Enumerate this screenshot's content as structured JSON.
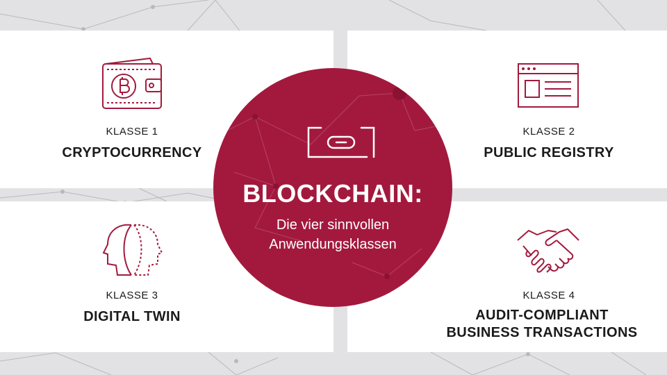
{
  "center": {
    "title": "BLOCKCHAIN:",
    "subtitle_line1": "Die vier sinnvollen",
    "subtitle_line2": "Anwendungsklassen",
    "icon": "chain-link-icon",
    "color": "#a3193d"
  },
  "classes": [
    {
      "label": "KLASSE 1",
      "title": "CRYPTOCURRENCY",
      "icon": "bitcoin-wallet-icon"
    },
    {
      "label": "KLASSE 2",
      "title": "PUBLIC REGISTRY",
      "icon": "browser-window-icon"
    },
    {
      "label": "KLASSE 3",
      "title": "DIGITAL TWIN",
      "icon": "twin-heads-icon"
    },
    {
      "label": "KLASSE 4",
      "title_line1": "AUDIT-COMPLIANT",
      "title_line2": "BUSINESS TRANSACTIONS",
      "icon": "handshake-icon"
    }
  ],
  "colors": {
    "accent": "#a3193d",
    "background": "#e2e2e4",
    "card": "#ffffff",
    "text": "#1a1a1a"
  }
}
